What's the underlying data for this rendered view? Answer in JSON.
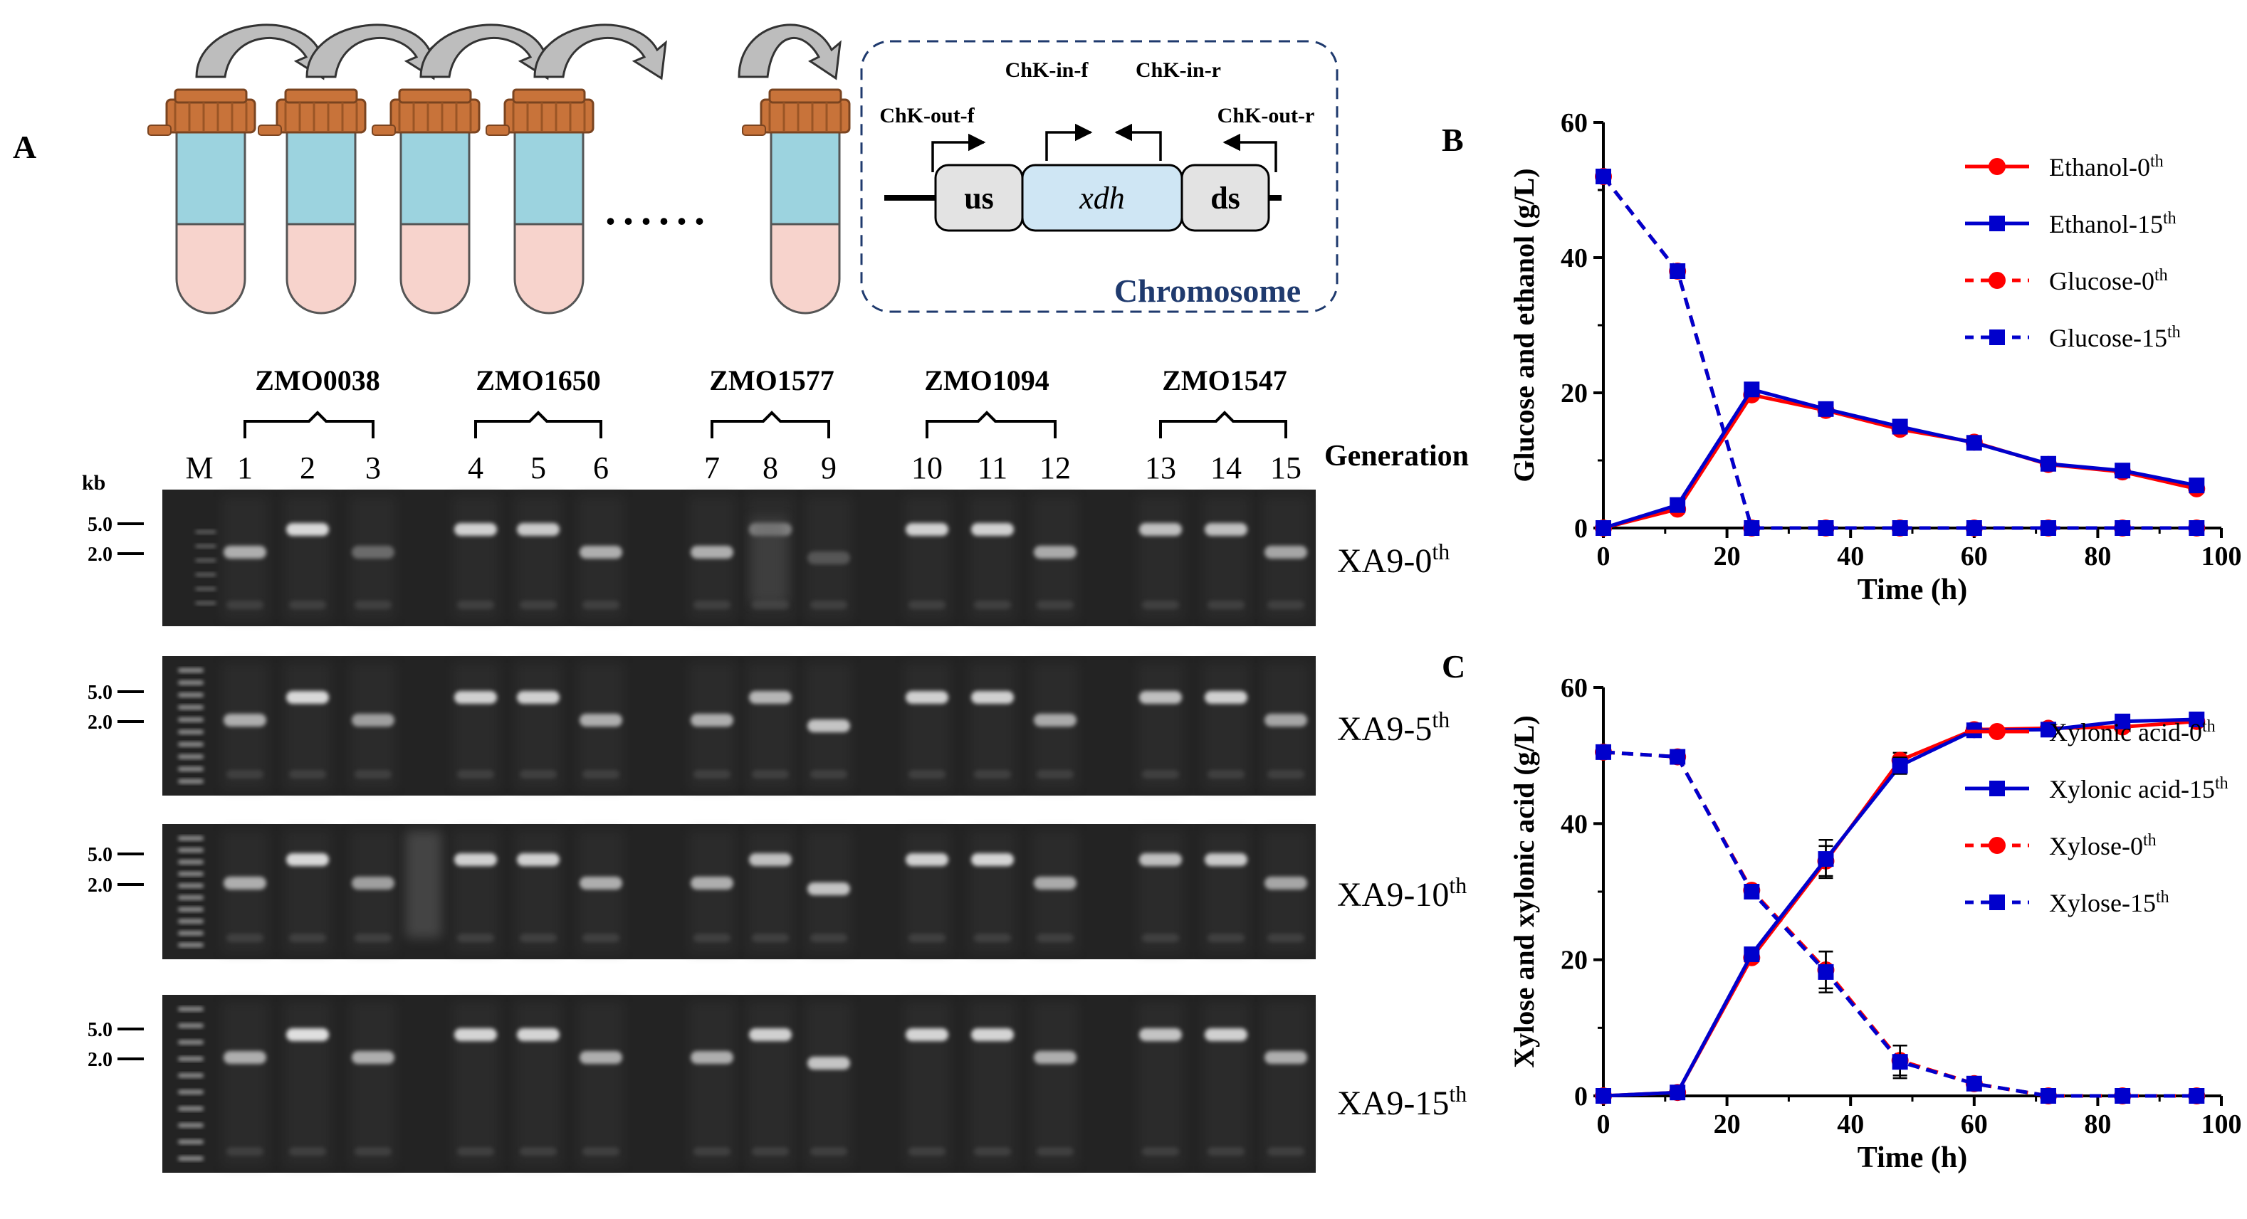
{
  "panel_labels": {
    "a": "A",
    "b": "B",
    "c": "C"
  },
  "ellipsis": "......",
  "schematic": {
    "primers": {
      "in_f": "ChK-in-f",
      "in_r": "ChK-in-r",
      "out_f": "ChK-out-f",
      "out_r": "ChK-out-r"
    },
    "blocks": {
      "us": "us",
      "xdh": "xdh",
      "ds": "ds"
    },
    "caption": "Chromosome"
  },
  "gel": {
    "genes": [
      "ZMO0038",
      "ZMO1650",
      "ZMO1577",
      "ZMO1094",
      "ZMO1547"
    ],
    "marker": "M",
    "lanes": [
      "1",
      "2",
      "3",
      "4",
      "5",
      "6",
      "7",
      "8",
      "9",
      "10",
      "11",
      "12",
      "13",
      "14",
      "15"
    ],
    "kb_unit": "kb",
    "size_labels": {
      "big": "5.0",
      "small": "2.0"
    },
    "generation_header": "Generation",
    "rows": [
      {
        "name": "XA9-0",
        "sup": "th"
      },
      {
        "name": "XA9-5",
        "sup": "th"
      },
      {
        "name": "XA9-10",
        "sup": "th"
      },
      {
        "name": "XA9-15",
        "sup": "th"
      }
    ]
  },
  "colors": {
    "red": "#FF0000",
    "blue": "#0000CC",
    "gel_bg": "#232323",
    "tube_cap": "#C8733A",
    "tube_liquid": "#9CD3DF",
    "tube_media": "#F7D3CC",
    "block_xdh": "#CFE6F4",
    "block_side": "#E3E3E3",
    "chromosome_text": "#1F3A6E"
  },
  "chart_data": [
    {
      "type": "line",
      "xlabel": "Time (h)",
      "ylabel": "Glucose and ethanol (g/L)",
      "xlim": [
        0,
        100
      ],
      "ylim": [
        0,
        60
      ],
      "xticks": [
        "0",
        "20",
        "40",
        "60",
        "80",
        "100"
      ],
      "yticks": [
        "0",
        "20",
        "40",
        "60"
      ],
      "x": [
        0,
        12,
        24,
        36,
        48,
        60,
        72,
        84,
        96
      ],
      "legend_position": "right",
      "series": [
        {
          "name": "Ethanol-0",
          "sup": "th",
          "color": "red",
          "marker": "circle",
          "dashed": false,
          "values": [
            0,
            2.8,
            19.7,
            17.4,
            14.6,
            12.7,
            9.4,
            8.3,
            5.8
          ]
        },
        {
          "name": "Ethanol-15",
          "sup": "th",
          "color": "blue",
          "marker": "square",
          "dashed": false,
          "values": [
            0,
            3.4,
            20.5,
            17.6,
            15.0,
            12.6,
            9.5,
            8.5,
            6.3
          ]
        },
        {
          "name": "Glucose-0",
          "sup": "th",
          "color": "red",
          "marker": "circle",
          "dashed": true,
          "values": [
            52,
            38,
            0,
            0,
            0,
            0,
            0,
            0,
            0
          ]
        },
        {
          "name": "Glucose-15",
          "sup": "th",
          "color": "blue",
          "marker": "square",
          "dashed": true,
          "values": [
            52,
            38,
            0,
            0,
            0,
            0,
            0,
            0,
            0
          ]
        }
      ]
    },
    {
      "type": "line",
      "xlabel": "Time (h)",
      "ylabel": "Xylose and xylonic acid (g/L)",
      "xlim": [
        0,
        100
      ],
      "ylim": [
        0,
        60
      ],
      "xticks": [
        "0",
        "20",
        "40",
        "60",
        "80",
        "100"
      ],
      "yticks": [
        "0",
        "20",
        "40",
        "60"
      ],
      "x": [
        0,
        12,
        24,
        36,
        48,
        60,
        72,
        84,
        96
      ],
      "legend_position": "right",
      "series": [
        {
          "name": "Xylonic acid-0",
          "sup": "th",
          "color": "red",
          "marker": "circle",
          "dashed": false,
          "values": [
            0,
            0.5,
            20.3,
            34.5,
            49.3,
            53.8,
            54.0,
            54.2,
            55.0
          ],
          "errors": [
            0,
            0,
            0.6,
            2.2,
            1.1,
            0.6,
            0.5,
            0.5,
            0.5
          ]
        },
        {
          "name": "Xylonic acid-15",
          "sup": "th",
          "color": "blue",
          "marker": "square",
          "dashed": false,
          "values": [
            0,
            0.5,
            20.8,
            34.8,
            48.5,
            53.7,
            53.8,
            55.0,
            55.3
          ],
          "errors": [
            0,
            0,
            0.6,
            2.8,
            1.2,
            0.6,
            0.5,
            0.5,
            0.5
          ]
        },
        {
          "name": "Xylose-0",
          "sup": "th",
          "color": "red",
          "marker": "circle",
          "dashed": true,
          "values": [
            50.5,
            49.8,
            30.2,
            18.5,
            5.2,
            1.8,
            0,
            0,
            0
          ],
          "errors": [
            0,
            0,
            0.8,
            2.7,
            2.2,
            0.6,
            0,
            0,
            0
          ]
        },
        {
          "name": "Xylose-15",
          "sup": "th",
          "color": "blue",
          "marker": "square",
          "dashed": true,
          "values": [
            50.5,
            49.8,
            30.0,
            18.2,
            5.0,
            1.8,
            0,
            0,
            0
          ],
          "errors": [
            0,
            0,
            0.8,
            3.0,
            2.4,
            0.6,
            0,
            0,
            0
          ]
        }
      ]
    }
  ]
}
